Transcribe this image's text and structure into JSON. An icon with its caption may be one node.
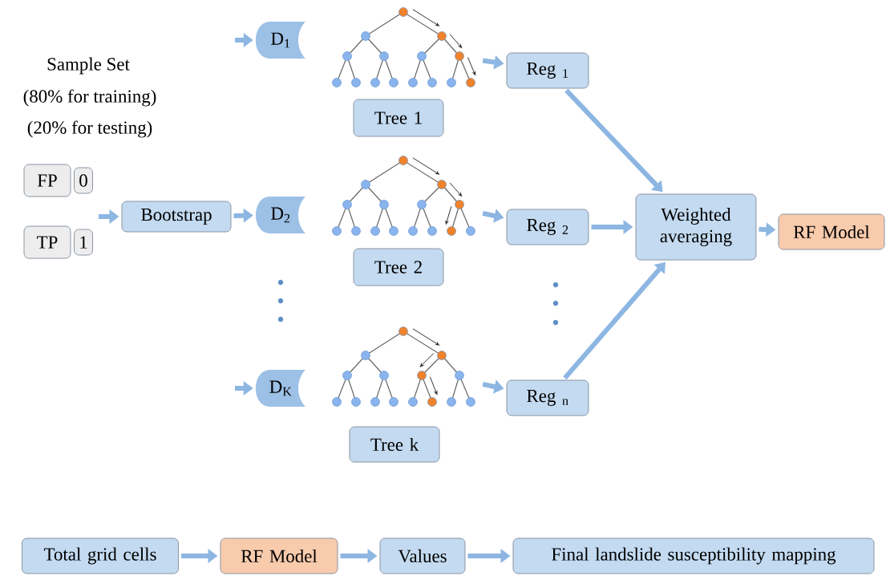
{
  "diagram": {
    "nodes": [
      {
        "text": [
          "FP"
        ]
      },
      {
        "text": [
          "0"
        ]
      },
      {
        "text": [
          "TP"
        ]
      },
      {
        "text": [
          "1"
        ]
      },
      {
        "text": [
          "Bootstrap"
        ]
      },
      {
        "text": [
          "D$_{1}$"
        ]
      },
      {
        "text": [
          "D$_{2}$"
        ]
      },
      {
        "text": [
          "D$_{K}$"
        ]
      },
      {
        "text": [],
        "shape": "picture"
      },
      {
        "text": [],
        "shape": "picture"
      },
      {
        "text": [],
        "shape": "picture"
      },
      {
        "text": [
          "Tree 1"
        ]
      },
      {
        "text": [
          "Tree 2"
        ]
      },
      {
        "text": [
          "Tree k"
        ]
      },
      {
        "text": [
          "Reg $_{1}$"
        ]
      },
      {
        "text": [
          "Reg $_{2}$"
        ]
      },
      {
        "text": [
          "Reg $_{n}$"
        ]
      },
      {
        "text": [
          "Weighted averaging"
        ]
      },
      {
        "text": [
          "RF Model"
        ]
      },
      {
        "text": [
          "Total grid cells"
        ]
      },
      {
        "text": [
          "RF Model"
        ]
      },
      {
        "text": [
          "Values"
        ]
      },
      {
        "text": [
          "Final landslide susceptibility mapping"
        ]
      }
    ],
    "edges": [
      {
        "from": null,
        "to": 4,
        "arrow": "to"
      },
      {
        "from": 4,
        "to": 6,
        "arrow": "to"
      },
      {
        "from": null,
        "to": 5,
        "arrow": "to"
      },
      {
        "from": null,
        "to": 7,
        "arrow": "to"
      },
      {
        "from": 8,
        "to": 14,
        "arrow": "to"
      },
      {
        "from": 9,
        "to": 15,
        "arrow": "to"
      },
      {
        "from": 10,
        "to": 16,
        "arrow": "to"
      },
      {
        "from": 14,
        "to": 17,
        "arrow": "to"
      },
      {
        "from": 15,
        "to": 17,
        "arrow": "to"
      },
      {
        "from": 16,
        "to": 17,
        "arrow": "to"
      },
      {
        "from": 17,
        "to": 18,
        "arrow": "to"
      },
      {
        "from": 19,
        "to": 20,
        "arrow": "to"
      },
      {
        "from": 20,
        "to": 21,
        "arrow": "to"
      },
      {
        "from": 21,
        "to": 22,
        "arrow": "to"
      }
    ],
    "labels": [
      "Sample Set",
      "(80% for training)",
      "(20% for testing)"
    ]
  }
}
